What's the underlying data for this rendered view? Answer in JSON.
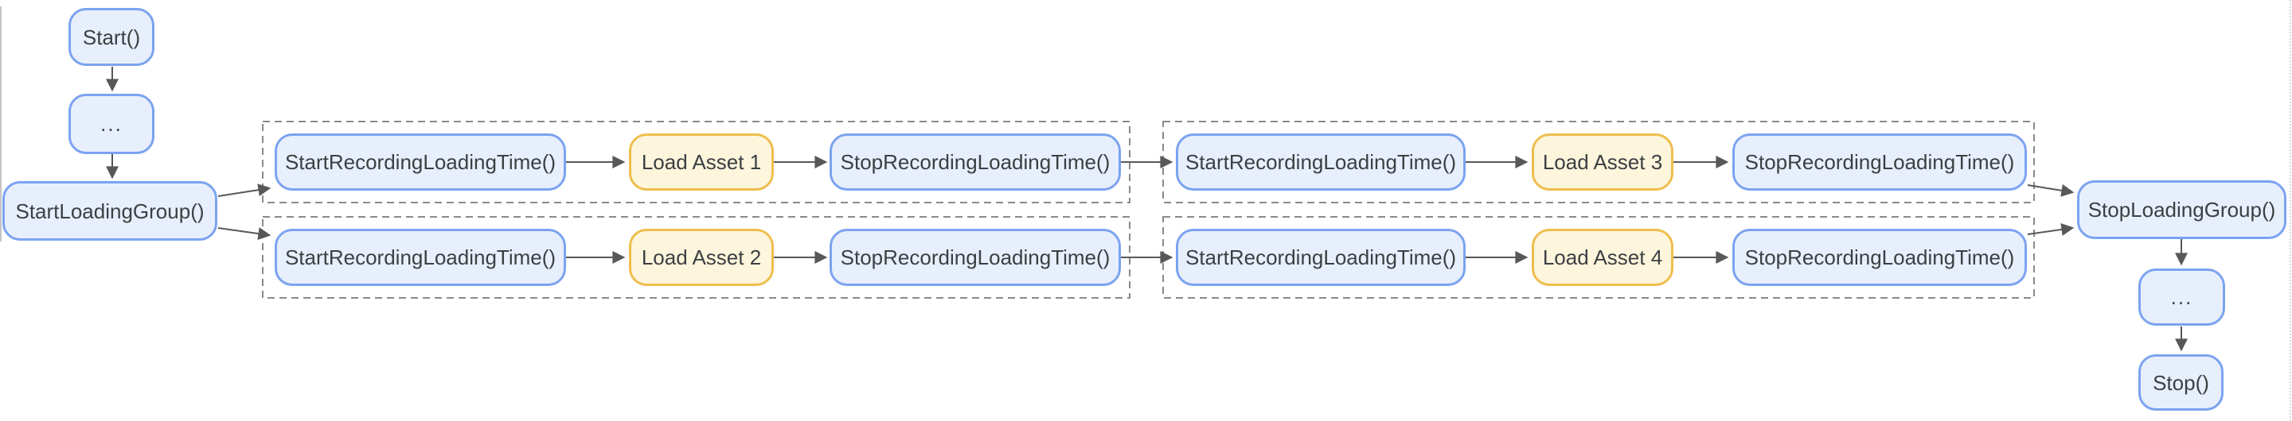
{
  "diagram": {
    "nodes": {
      "start": "Start()",
      "ellipsis_top": "...",
      "start_loading_group": "StartLoadingGroup()",
      "stop_loading_group": "StopLoadingGroup()",
      "ellipsis_bottom": "...",
      "stop": "Stop()"
    },
    "groups": [
      {
        "name": "loading-group-batch-1",
        "lanes": [
          {
            "start_recording": "StartRecordingLoadingTime()",
            "load_asset": "Load Asset 1",
            "stop_recording": "StopRecordingLoadingTime()"
          },
          {
            "start_recording": "StartRecordingLoadingTime()",
            "load_asset": "Load Asset 2",
            "stop_recording": "StopRecordingLoadingTime()"
          }
        ]
      },
      {
        "name": "loading-group-batch-2",
        "lanes": [
          {
            "start_recording": "StartRecordingLoadingTime()",
            "load_asset": "Load Asset 3",
            "stop_recording": "StopRecordingLoadingTime()"
          },
          {
            "start_recording": "StartRecordingLoadingTime()",
            "load_asset": "Load Asset 4",
            "stop_recording": "StopRecordingLoadingTime()"
          }
        ]
      }
    ],
    "edges": [
      {
        "from": "start",
        "to": "ellipsis-top"
      },
      {
        "from": "ellipsis-top",
        "to": "start-loading-group"
      },
      {
        "from": "start-loading-group",
        "to": "batch1-lane1-start-recording"
      },
      {
        "from": "start-loading-group",
        "to": "batch1-lane2-start-recording"
      },
      {
        "from": "batch1-lane1-start-recording",
        "to": "batch1-lane1-load-asset"
      },
      {
        "from": "batch1-lane1-load-asset",
        "to": "batch1-lane1-stop-recording"
      },
      {
        "from": "batch1-lane2-start-recording",
        "to": "batch1-lane2-load-asset"
      },
      {
        "from": "batch1-lane2-load-asset",
        "to": "batch1-lane2-stop-recording"
      },
      {
        "from": "batch1-lane1-stop-recording",
        "to": "batch2-lane1-start-recording"
      },
      {
        "from": "batch1-lane2-stop-recording",
        "to": "batch2-lane2-start-recording"
      },
      {
        "from": "batch2-lane1-start-recording",
        "to": "batch2-lane1-load-asset"
      },
      {
        "from": "batch2-lane1-load-asset",
        "to": "batch2-lane1-stop-recording"
      },
      {
        "from": "batch2-lane2-start-recording",
        "to": "batch2-lane2-load-asset"
      },
      {
        "from": "batch2-lane2-load-asset",
        "to": "batch2-lane2-stop-recording"
      },
      {
        "from": "batch2-lane1-stop-recording",
        "to": "stop-loading-group"
      },
      {
        "from": "batch2-lane2-stop-recording",
        "to": "stop-loading-group"
      },
      {
        "from": "stop-loading-group",
        "to": "ellipsis-bottom"
      },
      {
        "from": "ellipsis-bottom",
        "to": "stop"
      }
    ],
    "colors": {
      "blue_fill": "#E8EFFC",
      "blue_border": "#7BA3F0",
      "yellow_fill": "#FDF5DC",
      "yellow_border": "#EEBE4D",
      "text": "#3C4043",
      "arrow": "#58585A",
      "dashed_outline": "#8A8A8A",
      "canvas_edge": "#C4C4C4"
    }
  }
}
